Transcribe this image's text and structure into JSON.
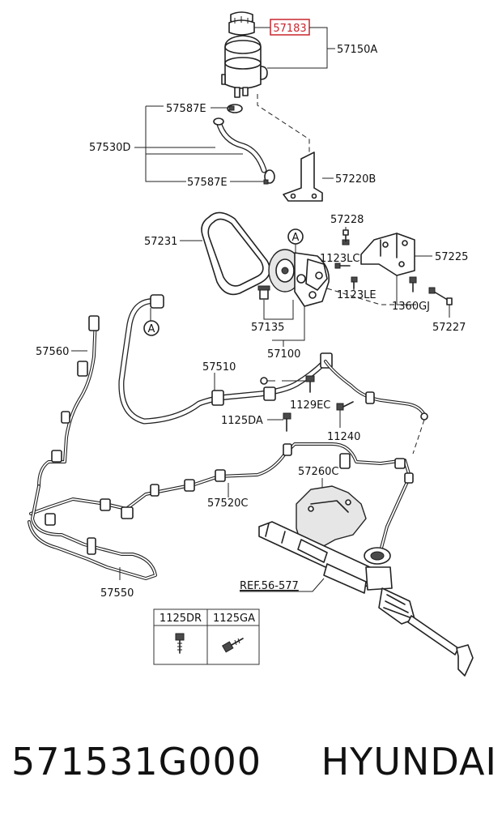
{
  "diagram": {
    "highlight_color": "#c8262e",
    "labels": {
      "cap": "57183",
      "reservoir": "57150A",
      "clamp_upper": "57587E",
      "suction_hose": "57530D",
      "clamp_lower": "57587E",
      "bracket_reservoir": "57220B",
      "bolt_57228": "57228",
      "belt": "57231",
      "bolt_1123LC": "1123LC",
      "bracket_pump": "57225",
      "bolt_1123LE": "1123LE",
      "bolt_1360GJ": "1360GJ",
      "bolt_57227": "57227",
      "fitting": "57135",
      "pump": "57100",
      "return_tube": "57560",
      "pressure_hose": "57510",
      "bolt_1129EC": "1129EC",
      "bolt_1125DA": "1125DA",
      "bolt_11240": "11240",
      "heat_shield": "57260C",
      "return_line": "57520C",
      "cooler": "57550",
      "ref": "REF.56-577",
      "marker_pump": "A",
      "marker_hose": "A"
    },
    "fastener_table": {
      "headers": [
        "1125DR",
        "1125GA"
      ]
    }
  },
  "caption": {
    "part_number": "571531G000",
    "brand": "HYUNDAI"
  }
}
